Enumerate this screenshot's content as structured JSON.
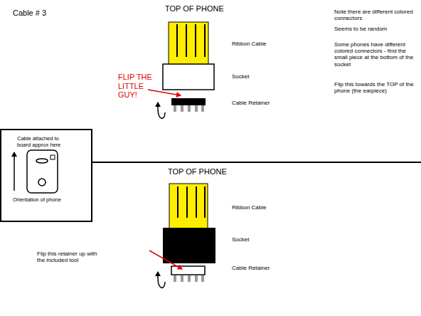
{
  "diagram": {
    "title": "Cable # 3",
    "nodes": [
      {
        "text": [
          "Cable attached to board approx here",
          "Orientation of phone"
        ]
      }
    ],
    "labels": [
      "TOP OF PHONE",
      "Note there are different colored connectors",
      "Seems to be random",
      "Some phones have different colored connectors - find the small piece at the bottom of the socket",
      "Flip this towards the TOP of the phone (the earpiece)",
      "Ribbon Cable",
      "FLIP THE LITTLE GUY!",
      "Socket",
      "Cable Retainer",
      "TOP OF PHONE",
      "Ribbon Cable",
      "Socket",
      "Flip this retainer up with the included tool",
      "Cable Retainer"
    ]
  }
}
